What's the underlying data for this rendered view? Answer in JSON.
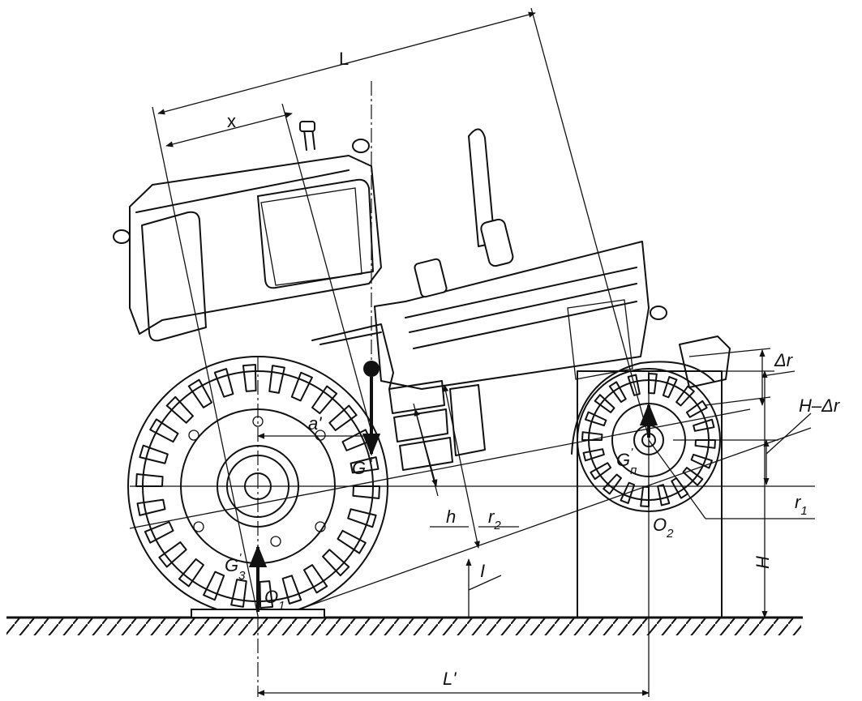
{
  "labels": {
    "L": "L",
    "x": "x",
    "a_prime": "a'",
    "G": "G",
    "G3_main": "G",
    "G3_sub": "3",
    "G3_sup": "'",
    "Gp_main": "G",
    "Gp_sub": "п",
    "Gp_sup": "'",
    "O1_main": "O",
    "O1_sub": "1",
    "O2_main": "O",
    "O2_sub": "2",
    "h": "h",
    "r2_main": "r",
    "r2_sub": "2",
    "r1_main": "r",
    "r1_sub": "1",
    "I": "I",
    "H": "H",
    "delta_r": "Δr",
    "H_minus_delta_r": "H–Δr",
    "L_prime": "L'"
  }
}
